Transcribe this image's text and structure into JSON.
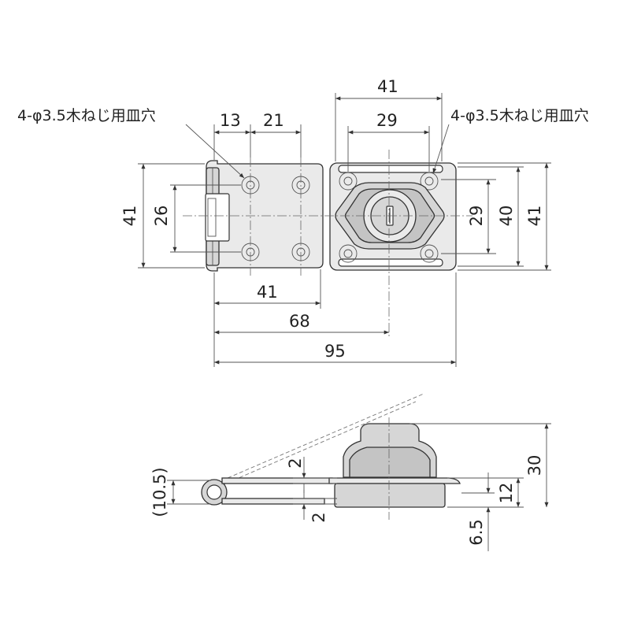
{
  "top_view": {
    "hole_note_left": "4-φ3.5木ねじ用皿穴",
    "hole_note_right": "4-φ3.5木ねじ用皿穴",
    "dims": {
      "top_left_13": "13",
      "top_left_21": "21",
      "top_right_41": "41",
      "top_right_29": "29",
      "left_height_41": "41",
      "left_height_26": "26",
      "right_height_29": "29",
      "right_height_40": "40",
      "right_height_41": "41",
      "bottom_41": "41",
      "bottom_68": "68",
      "bottom_95": "95"
    }
  },
  "side_view": {
    "dims": {
      "left_10_5": "(10.5)",
      "upper_2": "2",
      "lower_2": "2",
      "right_30": "30",
      "right_12": "12",
      "right_6_5": "6.5"
    }
  }
}
